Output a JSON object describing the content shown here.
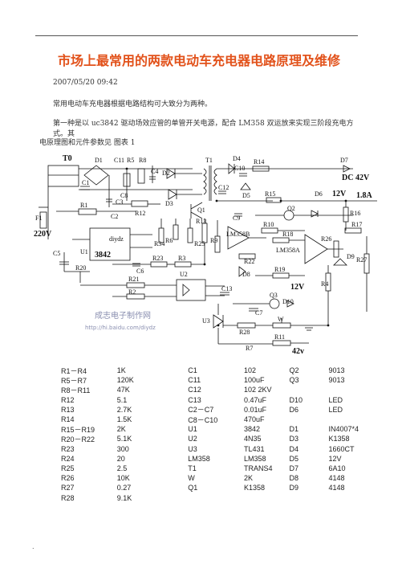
{
  "title": "市场上最常用的两款电动车充电器电路原理及维修",
  "date": "2007/05/20 09:42",
  "para1": "常用电动车充电器根据电路结构可大致分为两种。",
  "para2a": "第一种是以 uc3842 驱动场效应管的单管开关电源，配合 LM358 双运放来实现三阶段充电方式。其",
  "para2b": "电原理图和元件参数见 图表 1",
  "circuit": {
    "labels": {
      "T0": "T0",
      "D1": "D1",
      "C11": "C11",
      "R5": "R5",
      "R8": "R8",
      "C4": "C4",
      "D2": "D2",
      "T1": "T1",
      "D4": "D4",
      "C10": "C10",
      "R14": "R14",
      "D7": "D7",
      "C1": "C1",
      "C3": "C3",
      "C8": "C8",
      "R1": "R1",
      "R12": "R12",
      "D3": "D3",
      "Q1": "Q1",
      "C12": "C12",
      "D5": "D5",
      "R15": "R15",
      "D6": "D6",
      "C2": "C2",
      "F1": "F1",
      "R13": "R13",
      "C9": "C9",
      "Q2": "Q2",
      "R16": "R16",
      "R17": "R17",
      "diydz": "diydz",
      "R6": "R6",
      "R25": "R25",
      "R9": "R9",
      "LM358": "LM358B",
      "R10": "R10",
      "R18": "R18",
      "C5": "C5",
      "U1": "U1",
      "ic3842": "3842",
      "R34": "R34",
      "C6": "C6",
      "R23": "R23",
      "R3": "R3",
      "LM358A": "LM358A",
      "R26": "R26",
      "R27": "R27",
      "D9": "D9",
      "R20": "R20",
      "R22": "R22",
      "D8": "D8",
      "R19": "R19",
      "R4": "R4",
      "R21": "R21",
      "U2": "U2",
      "C13": "C13",
      "R2": "R2",
      "C7": "C7",
      "Q3": "Q3",
      "D10": "D10",
      "U3": "U3",
      "R28": "R28",
      "W": "W",
      "R7": "R7",
      "R11": "R11"
    },
    "v220": "220V",
    "dc42": "DC 42V",
    "amp": "1.8A",
    "v12a": "12V",
    "v12b": "12V",
    "v42": "42v",
    "watermark1": "成志电子制作网",
    "watermark2": "http://hi.baidu.com/diydz"
  },
  "parts": [
    [
      "R1－R4",
      "1K",
      "C1",
      "102",
      "Q2",
      "9013"
    ],
    [
      "R5－R7",
      "120K",
      "C11",
      "100uF",
      "Q3",
      "9013"
    ],
    [
      "R8－R11",
      "47K",
      "C12",
      "102  2KV",
      "",
      ""
    ],
    [
      "R12",
      "5.1",
      "C13",
      "0.47uF",
      "D10",
      "LED"
    ],
    [
      "R13",
      "2.7K",
      "C2－C7",
      "0.01uF",
      "D6",
      "LED"
    ],
    [
      "R14",
      "1.5K",
      "C8－C10",
      "470uF",
      "",
      ""
    ],
    [
      "R15－R19",
      "2K",
      "U1",
      "3842",
      "D1",
      "IN4007*4"
    ],
    [
      "R20－R22",
      "5.1K",
      "U2",
      "4N35",
      "D3",
      "K1358"
    ],
    [
      "R23",
      "300",
      "U3",
      "TL431",
      "D4",
      "1660CT"
    ],
    [
      "R24",
      "20",
      "LM358",
      "LM358",
      "D5",
      "12V"
    ],
    [
      "R25",
      "2.5",
      "T1",
      "TRANS4",
      "D7",
      "6A10"
    ],
    [
      "R26",
      "10K",
      "W",
      "2K",
      "D8",
      "4148"
    ],
    [
      "R27",
      "0.27",
      "Q1",
      "K1358",
      "D9",
      "4148"
    ],
    [
      "R28",
      "9.1K",
      "",
      "",
      "",
      ""
    ]
  ],
  "footer": "."
}
